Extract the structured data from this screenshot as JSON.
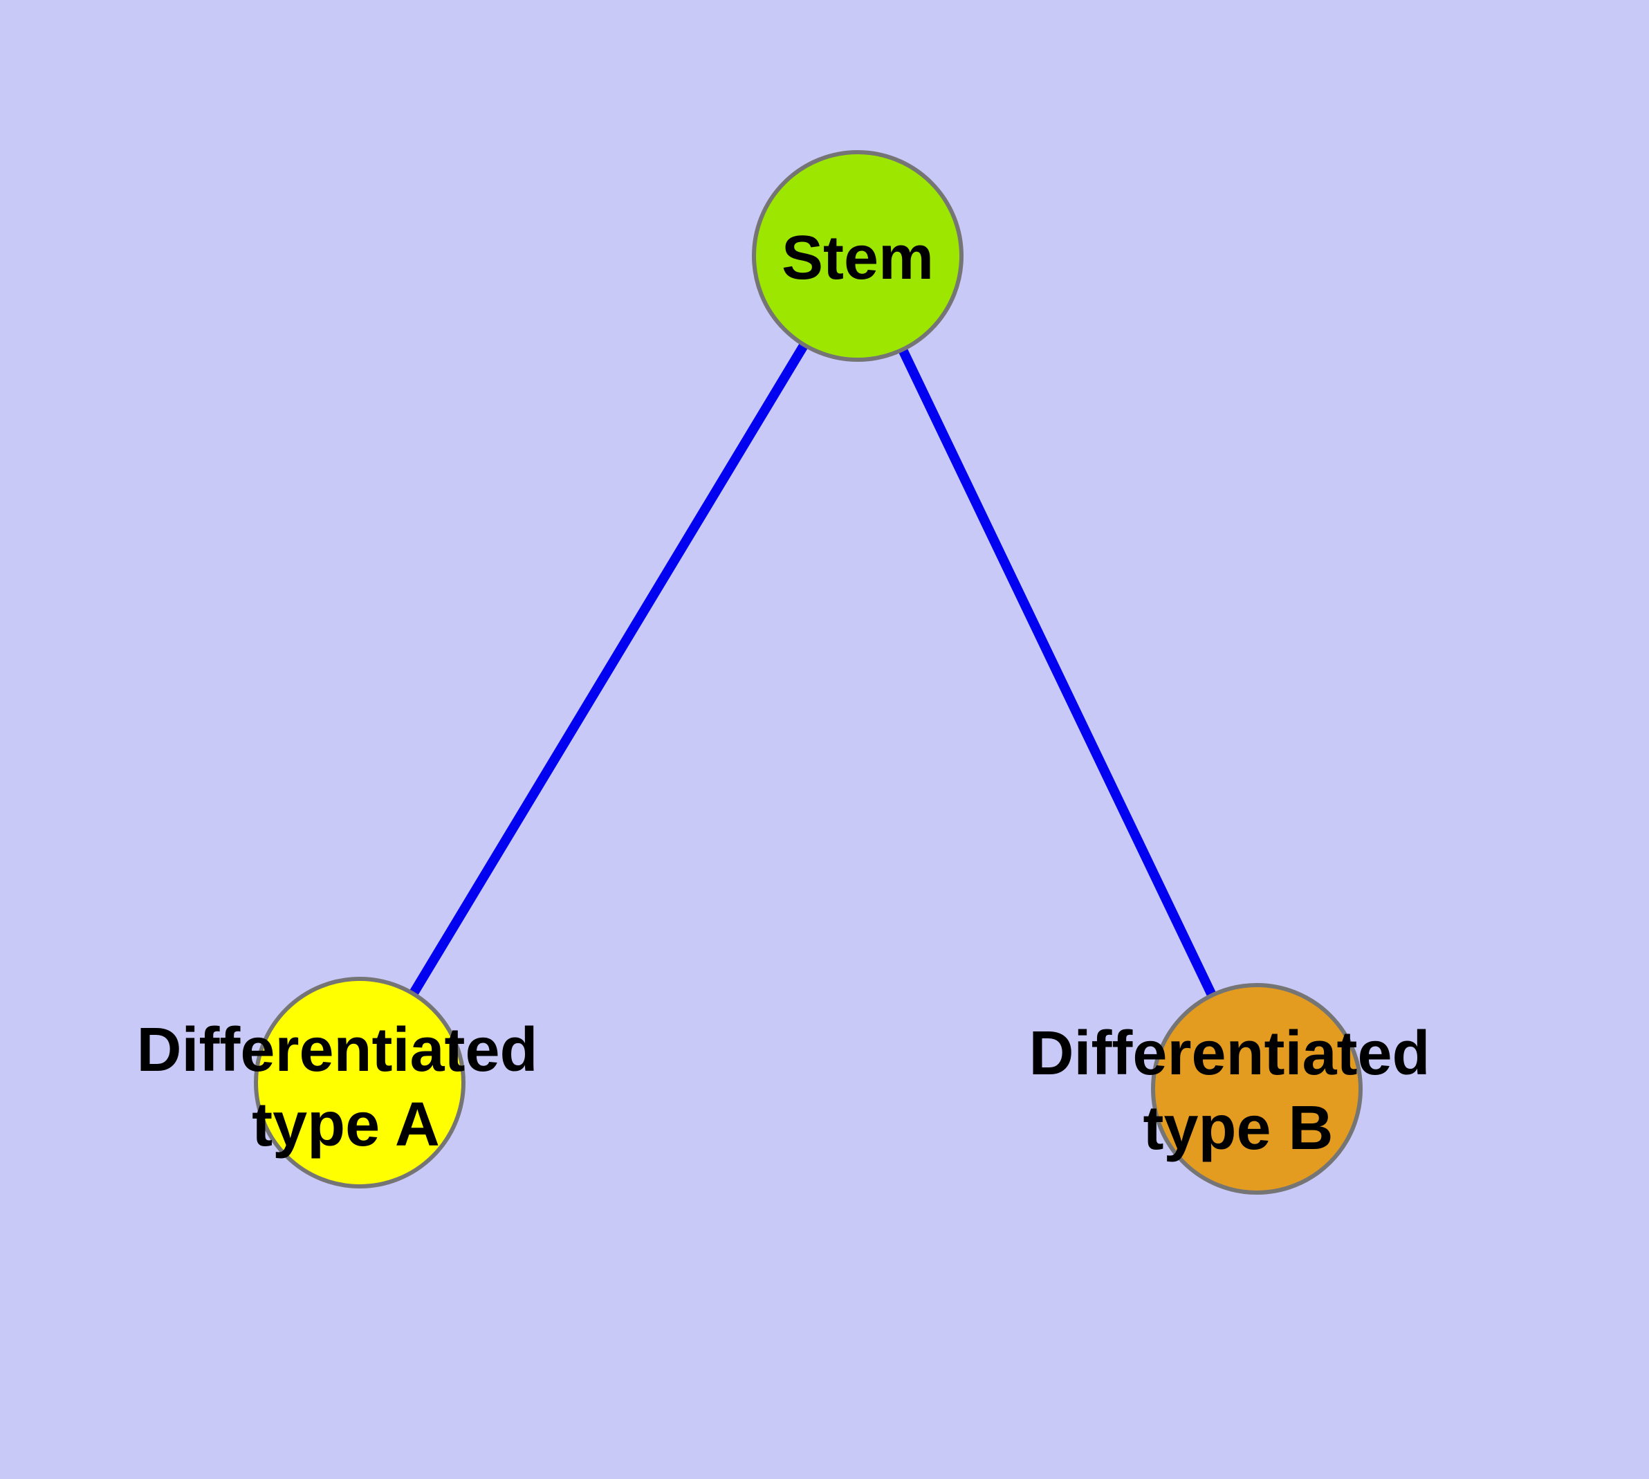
{
  "diagram": {
    "type": "node-link-graph",
    "style": {
      "background_color": "#c9c9f8",
      "edge_color": "#0202f0",
      "node_border_color": "#757575",
      "label_color": "#000000"
    },
    "nodes": [
      {
        "id": "stem",
        "label": "Stem",
        "color": "#9de600"
      },
      {
        "id": "differentiated-type-a",
        "label": "Differentiated type A",
        "label_line1": "Differentiated",
        "label_line2": "type A",
        "color": "#ffff00"
      },
      {
        "id": "differentiated-type-b",
        "label": "Differentiated type B",
        "label_line1": "Differentiated",
        "label_line2": "type B",
        "color": "#e39c1f"
      }
    ],
    "edges": [
      {
        "from": "Stem",
        "to": "Differentiated type A"
      },
      {
        "from": "Stem",
        "to": "Differentiated type B"
      }
    ]
  }
}
